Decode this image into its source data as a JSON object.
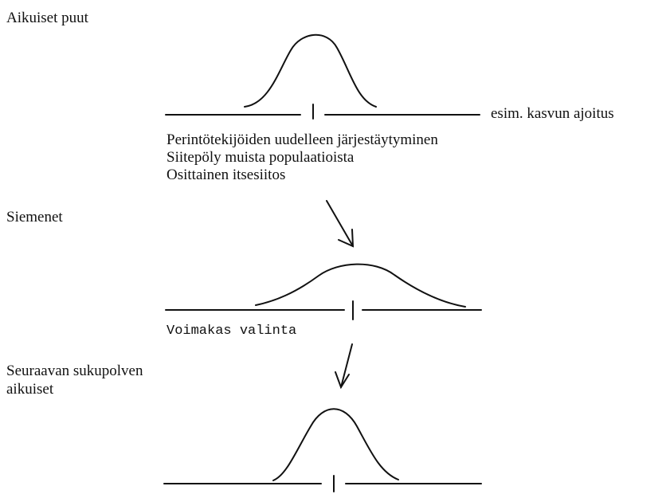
{
  "labels": {
    "adult_trees": "Aikuiset  puut",
    "axis_note": "esim. kasvun ajoitus",
    "factors": [
      "Perintötekijöiden uudelleen järjestäytyminen",
      "Siitepöly muista populaatioista",
      "Osittainen itsesiitos"
    ],
    "seeds": "Siemenet",
    "selection": "Voimakas valinta",
    "next_generation": [
      "Seuraavan sukupolven",
      "aikuiset"
    ]
  }
}
